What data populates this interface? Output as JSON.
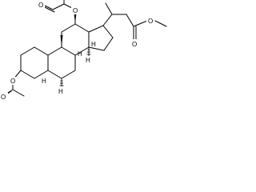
{
  "molecule": {
    "atoms": [
      {
        "id": "o_ketone_top",
        "label": "O"
      },
      {
        "id": "o_ester_top",
        "label": "O"
      },
      {
        "id": "o_ketone_left",
        "label": "O"
      },
      {
        "id": "o_ester_left",
        "label": "O"
      },
      {
        "id": "o_carbonyl_right",
        "label": "O"
      },
      {
        "id": "o_ester_right",
        "label": "O"
      }
    ],
    "stereo_h": [
      {
        "id": "h_c12",
        "label": "H"
      },
      {
        "id": "h_c8",
        "label": "H"
      },
      {
        "id": "h_c9",
        "label": "H"
      },
      {
        "id": "h_c14",
        "label": "H"
      },
      {
        "id": "h_c5",
        "label": "H"
      }
    ]
  }
}
